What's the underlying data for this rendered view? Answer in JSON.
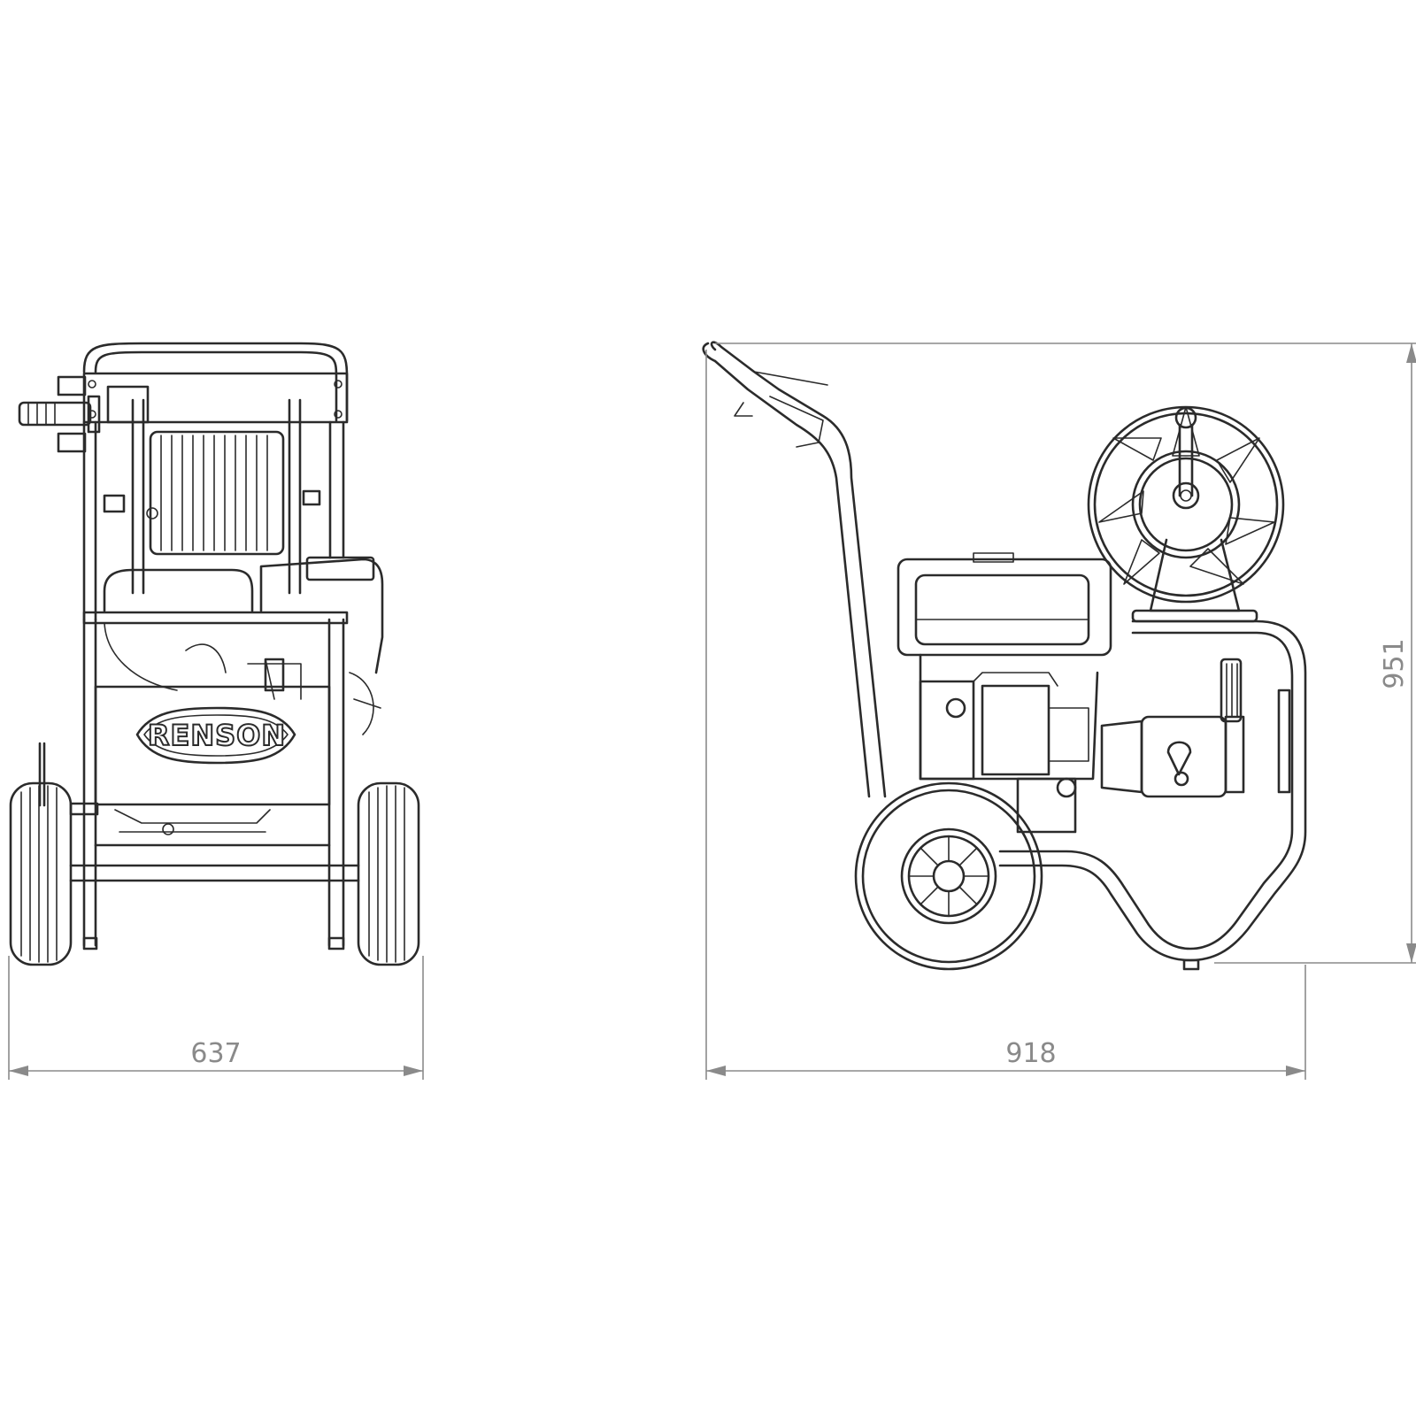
{
  "brand_logo": "RENSON",
  "dimensions": {
    "width": "637",
    "length": "918",
    "height": "951"
  },
  "colors": {
    "line": "#2b2b2b",
    "dimension": "#8a8a8a",
    "background": "#ffffff"
  }
}
